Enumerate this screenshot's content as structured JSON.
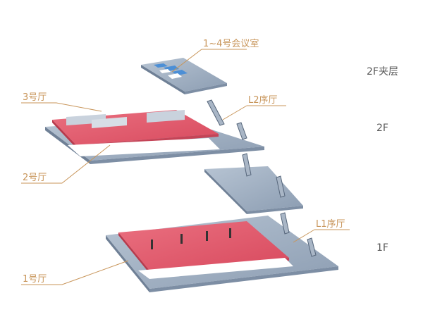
{
  "colors": {
    "callout": "#c8955a",
    "slab_top": "#9fb0c4",
    "slab_edge": "#6f8096",
    "hall_top": "#e0566a",
    "hall_side": "#b83a4c",
    "floor_label": "#5a5a5a"
  },
  "floors": {
    "mezzanine": "2F夹层",
    "second": "2F",
    "first": "1F"
  },
  "callouts": {
    "meeting_rooms": "1~4号会议室",
    "hall3": "3号厅",
    "lobby_l2": "L2序厅",
    "hall2": "2号厅",
    "lobby_l1": "L1序厅",
    "hall1": "1号厅"
  }
}
